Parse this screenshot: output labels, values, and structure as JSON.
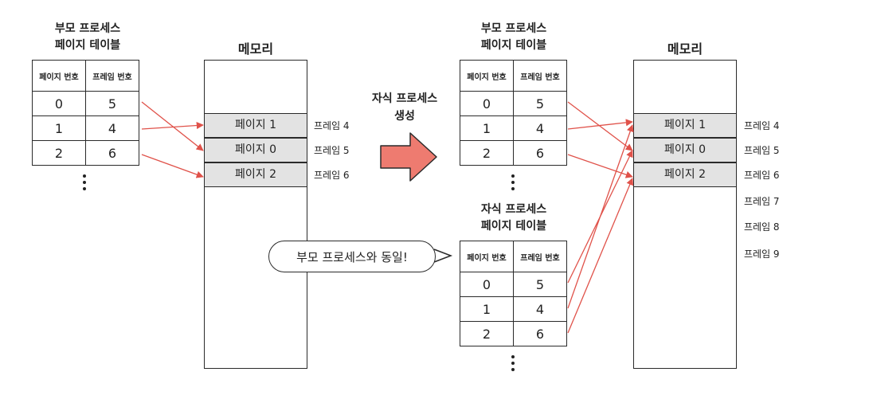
{
  "parent_table_title": "부모 프로세스\n페이지 테이블",
  "child_table_title": "자식 프로세스\n페이지 테이블",
  "memory_title": "메모리",
  "col_page": "페이지 번호",
  "col_frame": "프레임 번호",
  "rows": [
    {
      "page": "0",
      "frame": "5"
    },
    {
      "page": "1",
      "frame": "4"
    },
    {
      "page": "2",
      "frame": "6"
    }
  ],
  "memory_left": {
    "slots": [
      "페이지 1",
      "페이지 0",
      "페이지 2"
    ],
    "frames": [
      "프레임 4",
      "프레임 5",
      "프레임 6"
    ]
  },
  "memory_right": {
    "slots": [
      "페이지 1",
      "페이지 0",
      "페이지 2"
    ],
    "frames": [
      "프레임 4",
      "프레임 5",
      "프레임 6",
      "프레임 7",
      "프레임 8",
      "프레임 9"
    ]
  },
  "fork_label": "자식 프로세스\n생성",
  "bubble_text": "부모 프로세스와 동일!",
  "colors": {
    "arrow": "#e0524a",
    "fork_arrow": "#ee7b70",
    "slot_fill": "#e3e3e3"
  }
}
